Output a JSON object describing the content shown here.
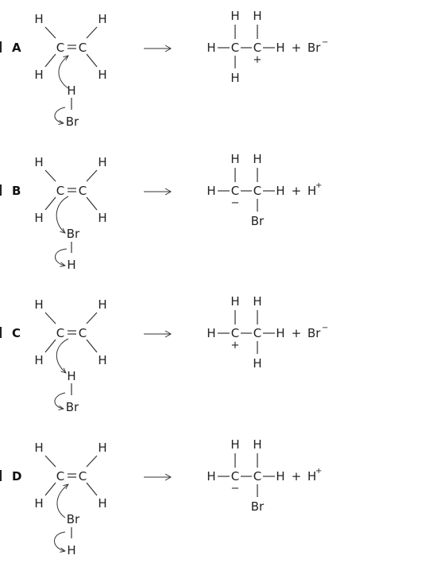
{
  "options": [
    {
      "label": "A",
      "reactant": {
        "atoms": [
          "H",
          "H",
          "C",
          "C",
          "H",
          "H"
        ],
        "reagent_top": "H",
        "reagent_bottom": "Br"
      },
      "product": {
        "top": [
          "H",
          "H"
        ],
        "middle": [
          "H",
          "C",
          "C",
          "H"
        ],
        "bottom_left": "H",
        "bottom_right": "",
        "charge_left": "",
        "charge_right": "+"
      },
      "byproduct": {
        "plus": "+",
        "symbol": "Br",
        "charge": "−"
      }
    },
    {
      "label": "B",
      "reactant": {
        "atoms": [
          "H",
          "H",
          "C",
          "C",
          "H",
          "H"
        ],
        "reagent_top": "Br",
        "reagent_bottom": "H"
      },
      "product": {
        "top": [
          "H",
          "H"
        ],
        "middle": [
          "H",
          "C",
          "C",
          "H"
        ],
        "bottom_left": "",
        "bottom_right": "Br",
        "charge_left": "−",
        "charge_right": ""
      },
      "byproduct": {
        "plus": "+",
        "symbol": "H",
        "charge": "+"
      }
    },
    {
      "label": "C",
      "reactant": {
        "atoms": [
          "H",
          "H",
          "C",
          "C",
          "H",
          "H"
        ],
        "reagent_top": "H",
        "reagent_bottom": "Br"
      },
      "product": {
        "top": [
          "H",
          "H"
        ],
        "middle": [
          "H",
          "C",
          "C",
          "H"
        ],
        "bottom_left": "",
        "bottom_right": "H",
        "charge_left": "+",
        "charge_right": ""
      },
      "byproduct": {
        "plus": "+",
        "symbol": "Br",
        "charge": "−"
      }
    },
    {
      "label": "D",
      "reactant": {
        "atoms": [
          "H",
          "H",
          "C",
          "C",
          "H",
          "H"
        ],
        "reagent_top": "Br",
        "reagent_bottom": "H"
      },
      "product": {
        "top": [
          "H",
          "H"
        ],
        "middle": [
          "H",
          "C",
          "C",
          "H"
        ],
        "bottom_left": "",
        "bottom_right": "Br",
        "charge_left": "−",
        "charge_right": ""
      },
      "byproduct": {
        "plus": "+",
        "symbol": "H",
        "charge": "+"
      }
    }
  ]
}
